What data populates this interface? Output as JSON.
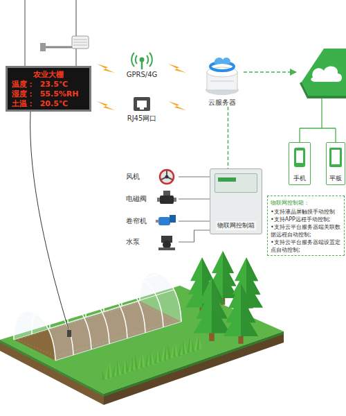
{
  "diagram": {
    "nodes": [
      {
        "text": [
          "农业大棚",
          "温度：  23.5℃",
          "湿度：  55.5%RH",
          "土温：  20.5℃"
        ]
      },
      {
        "text": [
          "GPRS/4G"
        ]
      },
      {
        "text": [
          "RJ45网口"
        ]
      },
      {
        "text": [
          "云服务器"
        ]
      },
      {
        "text": [
          "手机"
        ]
      },
      {
        "text": [
          "平板"
        ]
      },
      {
        "text": [
          "风机"
        ]
      },
      {
        "text": [
          "电磁阀"
        ]
      },
      {
        "text": [
          "卷帘机"
        ]
      },
      {
        "text": [
          "水泵"
        ]
      },
      {
        "text": [
          "物联网控制箱"
        ]
      },
      {
        "text": [
          "物联网控制箱：",
          "•支持液晶屏触摸手动控制",
          "•支持APP远程手动控制;",
          "•支持云平台服务器端关联数据远程自动控制;",
          "•支持云平台服务器端设置定点自动控制;"
        ]
      }
    ],
    "edges": [
      {
        "from": 3,
        "to": 10,
        "arrow": "none"
      },
      {
        "from": 6,
        "to": 10,
        "arrow": "none"
      },
      {
        "from": 7,
        "to": 10,
        "arrow": "none"
      },
      {
        "from": 8,
        "to": 10,
        "arrow": "none"
      },
      {
        "from": 9,
        "to": 10,
        "arrow": "none"
      }
    ]
  }
}
